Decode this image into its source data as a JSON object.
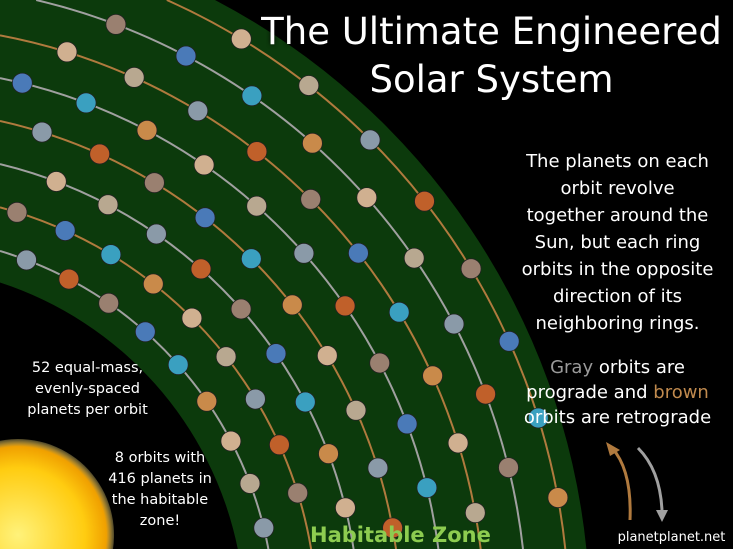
{
  "title": {
    "line1": "The Ultimate Engineered",
    "line2": "Solar System"
  },
  "description": [
    "The planets on each",
    "orbit revolve",
    "together around the",
    "Sun, but each ring",
    "orbits in the opposite",
    "direction of its",
    "neighboring rings."
  ],
  "legend": {
    "gray_word": "Gray",
    "line1_rest": " orbits are",
    "line2_start": "prograde and ",
    "brown_word": "brown",
    "line3": "orbits are retrograde"
  },
  "note_planets": [
    "52 equal-mass,",
    "evenly-spaced",
    "planets per orbit"
  ],
  "note_orbits": [
    "8 orbits with",
    "416 planets in",
    "the habitable",
    "zone!"
  ],
  "habitable_zone_label": "Habitable Zone",
  "credit": "planetplanet.net",
  "colors": {
    "gray_orbit": "#a0a0a0",
    "brown_orbit": "#b07a3e",
    "zone": "#0c3a0c",
    "sun": "#ffd21a",
    "zone_label": "#8dcc50"
  },
  "orbit_count": 8,
  "planets_per_orbit": 52
}
